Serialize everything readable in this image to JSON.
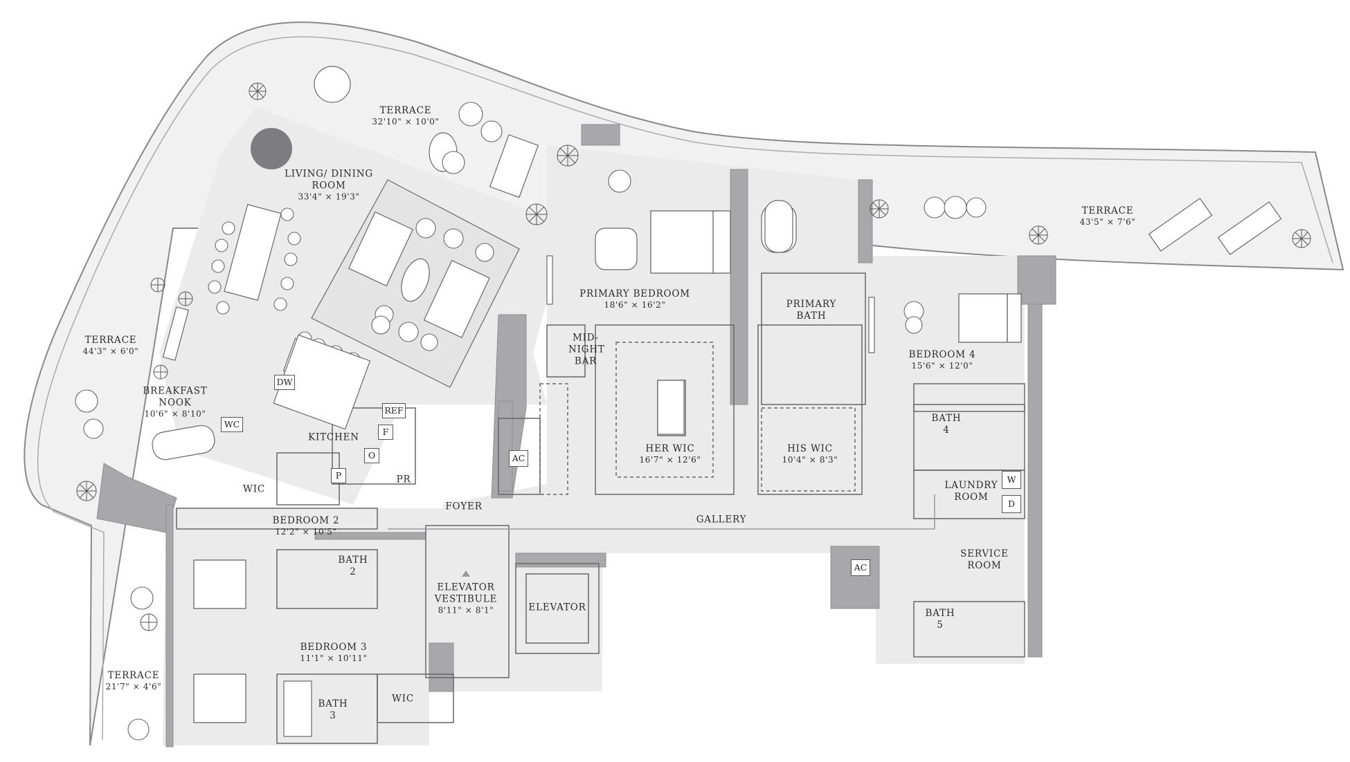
{
  "colors": {
    "wall": "#a8a8aa",
    "wall_dark": "#8f8f92",
    "floor": "#ebebeb",
    "terrace": "#f1f1f1",
    "outline": "#555555",
    "furniture": "#ffffff"
  },
  "rooms": [
    {
      "key": "terrace_top",
      "name": "TERRACE",
      "dims": "32'10\" × 10'0\""
    },
    {
      "key": "living",
      "name": "LIVING/ DINING ROOM",
      "dims": "33'4\" × 19'3\""
    },
    {
      "key": "terrace_left",
      "name": "TERRACE",
      "dims": "44'3\" × 6'0\""
    },
    {
      "key": "breakfast",
      "name": "BREAKFAST NOOK",
      "dims": "10'6\" × 8'10\""
    },
    {
      "key": "kitchen",
      "name": "KITCHEN",
      "dims": ""
    },
    {
      "key": "primary_bed",
      "name": "PRIMARY BEDROOM",
      "dims": "18'6\" × 16'2\""
    },
    {
      "key": "primary_bath",
      "name": "PRIMARY BATH",
      "dims": ""
    },
    {
      "key": "midnight_bar",
      "name": "MID- NIGHT BAR",
      "dims": ""
    },
    {
      "key": "terrace_right",
      "name": "TERRACE",
      "dims": "43'5\" × 7'6\""
    },
    {
      "key": "bedroom4",
      "name": "BEDROOM 4",
      "dims": "15'6\" × 12'0\""
    },
    {
      "key": "bath4",
      "name": "BATH 4",
      "dims": ""
    },
    {
      "key": "laundry",
      "name": "LAUNDRY ROOM",
      "dims": ""
    },
    {
      "key": "her_wic",
      "name": "HER WIC",
      "dims": "16'7\" × 12'6\""
    },
    {
      "key": "his_wic",
      "name": "HIS WIC",
      "dims": "10'4\" × 8'3\""
    },
    {
      "key": "foyer",
      "name": "FOYER",
      "dims": ""
    },
    {
      "key": "gallery",
      "name": "GALLERY",
      "dims": ""
    },
    {
      "key": "pr",
      "name": "PR",
      "dims": ""
    },
    {
      "key": "wic_b2",
      "name": "WIC",
      "dims": ""
    },
    {
      "key": "bedroom2",
      "name": "BEDROOM 2",
      "dims": "12'2\" × 10'5\""
    },
    {
      "key": "bath2",
      "name": "BATH 2",
      "dims": ""
    },
    {
      "key": "vestibule",
      "name": "ELEVATOR VESTIBULE",
      "dims": "8'11\" × 8'1\""
    },
    {
      "key": "elevator",
      "name": "ELEVATOR",
      "dims": ""
    },
    {
      "key": "service",
      "name": "SERVICE ROOM",
      "dims": ""
    },
    {
      "key": "bath5",
      "name": "BATH 5",
      "dims": ""
    },
    {
      "key": "bedroom3",
      "name": "BEDROOM 3",
      "dims": "11'1\" × 10'11\""
    },
    {
      "key": "bath3",
      "name": "BATH 3",
      "dims": ""
    },
    {
      "key": "wic_b3",
      "name": "WIC",
      "dims": ""
    },
    {
      "key": "terrace_small",
      "name": "TERRACE",
      "dims": "21'7\" × 4'6\""
    }
  ],
  "appliance_tags": {
    "dw": "DW",
    "wc": "WC",
    "ref": "REF",
    "f": "F",
    "o": "O",
    "p": "P",
    "ac_left": "AC",
    "ac_right": "AC",
    "w": "W",
    "d": "D"
  }
}
